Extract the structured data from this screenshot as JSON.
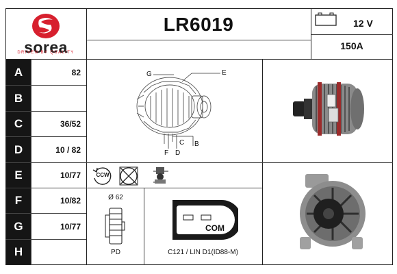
{
  "brand": {
    "name": "sorea",
    "tagline": "DRIVEN BY QUALITY",
    "logo_color": "#d7202e"
  },
  "header": {
    "part_number": "LR6019",
    "voltage": "12 V",
    "amperage": "150A"
  },
  "rows": [
    {
      "label": "A",
      "value": "82"
    },
    {
      "label": "B",
      "value": ""
    },
    {
      "label": "C",
      "value": "36/52"
    },
    {
      "label": "D",
      "value": "10 / 82"
    },
    {
      "label": "E",
      "value": "10/77"
    },
    {
      "label": "F",
      "value": "10/82"
    },
    {
      "label": "G",
      "value": "10/77"
    },
    {
      "label": "H",
      "value": ""
    }
  ],
  "diagram": {
    "labels": {
      "g": "G",
      "e": "E",
      "f": "F",
      "d": "D",
      "c": "C",
      "b": "B"
    }
  },
  "icons": {
    "rotation": "CCW"
  },
  "pulley": {
    "diameter": "Ø 62",
    "type": "PD"
  },
  "connector": {
    "label": "COM",
    "code": "C121 / LIN D1(ID88-M)"
  }
}
